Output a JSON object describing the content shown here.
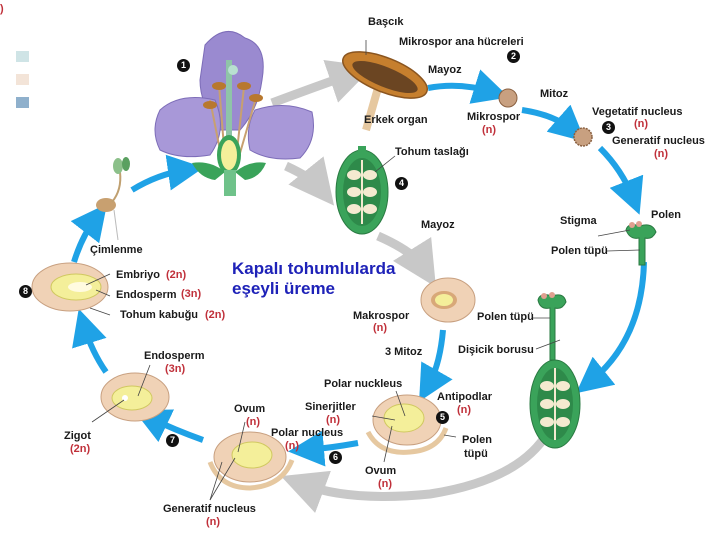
{
  "title": {
    "line1": "Kapalı tohumlularda",
    "line2": "eşeyli üreme"
  },
  "corner_fragment": ")",
  "legend": [
    {
      "color": "#cfe4e6"
    },
    {
      "color": "#f3e4d8"
    },
    {
      "color": "#8fb0cc"
    }
  ],
  "colors": {
    "cycle_arrow": "#1fa2e6",
    "secondary_arrow": "#c8c8c8",
    "ploidy_text": "#c0303a",
    "title_text": "#1e22b8",
    "petal": "#9a8ad0",
    "ovary_green": "#3aa35a",
    "seed_tan": "#f0d2b6",
    "endosperm_yellow": "#f4ef9a"
  },
  "steps": [
    "1",
    "2",
    "3",
    "4",
    "5",
    "6",
    "7",
    "8"
  ],
  "labels": {
    "bascik": "Başcık",
    "mikrospor_ana": "Mikrospor ana hücreleri",
    "mayoz_top": "Mayoz",
    "erkek_organ": "Erkek organ",
    "mikrospor": "Mikrospor",
    "mikrospor_n": "(n)",
    "mitoz": "Mitoz",
    "vegetatif": "Vegetatif nucleus",
    "vegetatif_n": "(n)",
    "generatif_top": "Generatif nucleus",
    "generatif_top_n": "(n)",
    "stigma": "Stigma",
    "polen": "Polen",
    "polen_tupu_1": "Polen tüpü",
    "polen_tupu_2": "Polen tüpü",
    "disicik": "Dişicik borusu",
    "tohum_taslagi": "Tohum taslağı",
    "mayoz_mid": "Mayoz",
    "makrospor": "Makrospor",
    "makrospor_n": "(n)",
    "uc_mitoz": "3 Mitoz",
    "polar_nuckleus": "Polar nuckleus",
    "antipodlar": "Antipodlar",
    "antipodlar_n": "(n)",
    "sinerjitler": "Sinerjitler",
    "sinerjitler_n": "(n)",
    "polen_tupu_3a": "Polen",
    "polen_tupu_3b": "tüpü",
    "ovum_5": "Ovum",
    "ovum_5_n": "(n)",
    "polar_nucleus": "Polar nucleus",
    "polar_nucleus_n": "(n)",
    "ovum_6": "Ovum",
    "ovum_6_n": "(n)",
    "generatif_bottom": "Generatif nucleus",
    "generatif_bottom_n": "(n)",
    "endosperm_7": "Endosperm",
    "endosperm_7_n": "(3n)",
    "zigot": "Zigot",
    "zigot_n": "(2n)",
    "embriyo": "Embriyo",
    "embriyo_n": "(2n)",
    "endosperm_8": "Endosperm",
    "endosperm_8_n": "(3n)",
    "tohum_kabugu": "Tohum kabuğu",
    "tohum_kabugu_n": "(2n)",
    "cimlenme": "Çimlenme"
  }
}
